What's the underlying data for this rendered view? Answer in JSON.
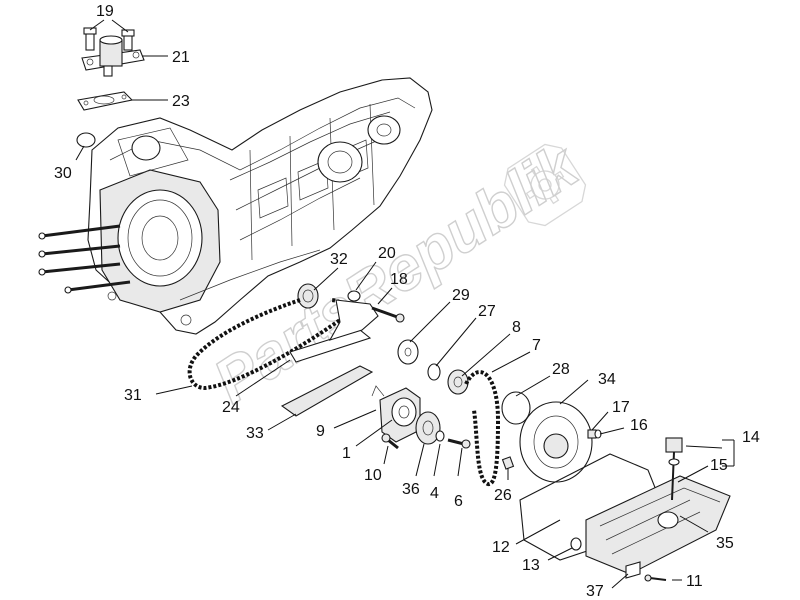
{
  "diagram": {
    "watermark_text": "PartsRepublik",
    "labels": {
      "p1": "1",
      "p4": "4",
      "p6": "6",
      "p7": "7",
      "p8": "8",
      "p9": "9",
      "p10": "10",
      "p11": "11",
      "p12": "12",
      "p13": "13",
      "p14": "14",
      "p15": "15",
      "p16": "16",
      "p17": "17",
      "p18": "18",
      "p19": "19",
      "p20": "20",
      "p21": "21",
      "p23": "23",
      "p24": "24",
      "p26": "26",
      "p27": "27",
      "p28": "28",
      "p29": "29",
      "p30": "30",
      "p31": "31",
      "p32": "32",
      "p33": "33",
      "p34": "34",
      "p35": "35",
      "p36": "36",
      "p37": "37"
    }
  }
}
